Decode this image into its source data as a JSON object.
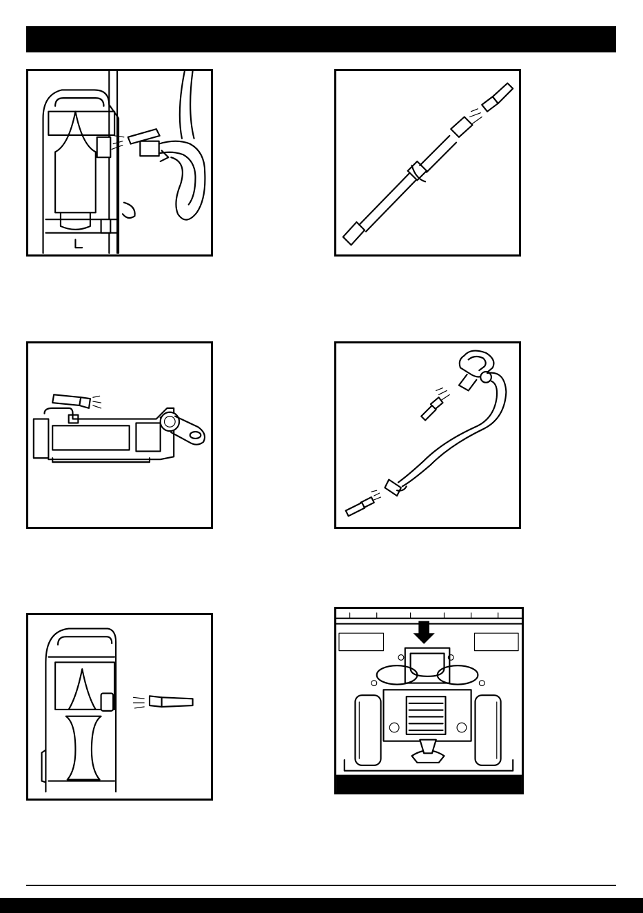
{
  "colors": {
    "ink": "#000000",
    "paper": "#ffffff"
  },
  "header": {
    "text": ""
  },
  "figures": [
    {
      "id": "fig1",
      "icon": "vacuum-hose-detach-illustration"
    },
    {
      "id": "fig2",
      "icon": "extension-wand-illustration"
    },
    {
      "id": "fig3",
      "icon": "handheld-pod-illustration"
    },
    {
      "id": "fig4",
      "icon": "hose-with-handle-illustration"
    },
    {
      "id": "fig5",
      "icon": "upright-canister-illustration"
    },
    {
      "id": "fig6",
      "icon": "underside-wheels-illustration"
    }
  ]
}
